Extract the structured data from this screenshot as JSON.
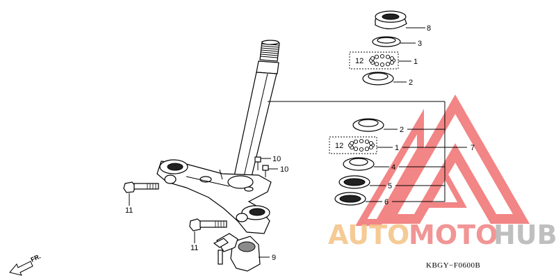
{
  "callouts": {
    "c8": "8",
    "c3": "3",
    "c1_top": "1",
    "c12_top": "12",
    "c2_top": "2",
    "c2_mid": "2",
    "c12_mid": "12",
    "c1_mid": "1",
    "c7": "7",
    "c4": "4",
    "c5": "5",
    "c6": "6",
    "c10_a": "10",
    "c10_b": "10",
    "c11_left": "11",
    "c11_bottom": "11",
    "c9": "9"
  },
  "direction_label": "FR.",
  "diagram_code": "KBGY−F0600B",
  "watermark": {
    "text_auto": "AUTO",
    "text_moto": "MOTO",
    "text_hub": "HUB",
    "color_auto": "#f5c58a",
    "color_moto": "#f08a8a",
    "color_hub": "#b9b9b9",
    "logo_color": "#f07070"
  }
}
